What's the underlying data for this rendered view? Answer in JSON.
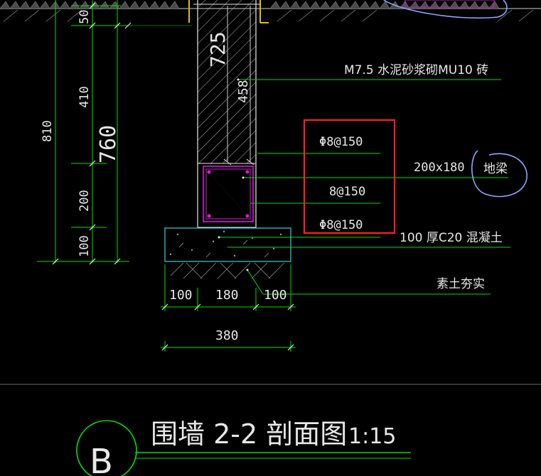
{
  "dims_vertical_left": {
    "total": "810",
    "top": "50",
    "upper": "410",
    "lower": "200",
    "bottom": "100",
    "combined": "760"
  },
  "dims_wall": {
    "height": "725",
    "inner": "458"
  },
  "callouts": {
    "masonry": "M7.5  水泥砂浆砌MU10  砖",
    "stirrup_top": "Φ8@150",
    "beam_size": "200x180",
    "beam_name": "地梁",
    "bars_mid": "8@150",
    "stirrup_bottom": "Φ8@150",
    "concrete": "100  厚C20  混凝土",
    "soil": "素土夯实"
  },
  "dims_bottom": {
    "left": "100",
    "middle": "180",
    "right": "100",
    "total": "380"
  },
  "title": {
    "marker": "B",
    "name": "围墙 2-2  剖面图",
    "scale": "1:15"
  },
  "colors": {
    "line_green": "#00e000",
    "wall_hatch": "#ffffff",
    "beam_magenta": "#d020d0",
    "concrete_cyan": "#40d0e0",
    "highlight_red": "#ff2020",
    "sketch_blue": "#8aa8ff",
    "yellow": "#e0c000"
  }
}
